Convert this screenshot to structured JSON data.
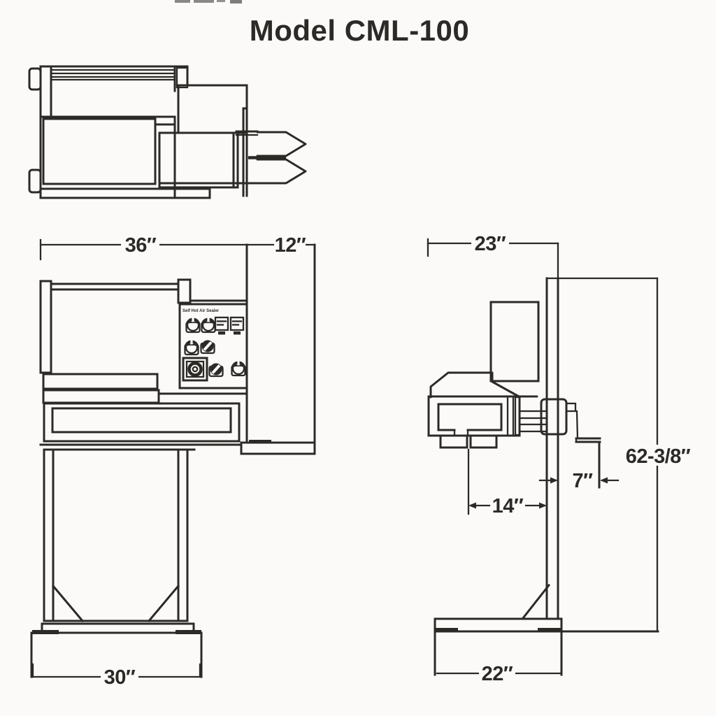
{
  "colors": {
    "ink": "#2b2a27",
    "paper": "#fbfaf8"
  },
  "title": "Model CML-100",
  "front_view": {
    "width_label": "36″",
    "extension_label": "12″",
    "base_width_label": "30″",
    "panel_title": "Self Hot Air Sealer"
  },
  "side_view": {
    "depth_label": "23″",
    "overall_height_label": "62-3/8″",
    "crank_offset_label": "7″",
    "head_offset_label": "14″",
    "base_depth_label": "22″"
  }
}
